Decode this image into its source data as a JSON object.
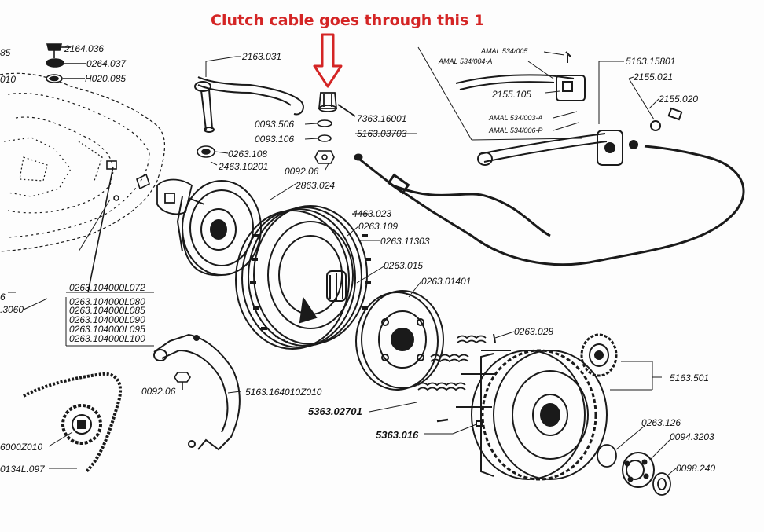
{
  "annotation": {
    "text": "Clutch cable goes through this 1",
    "color": "#d42525"
  },
  "labels": {
    "p2164036": "2164.036",
    "p0264037": "0264.037",
    "pH020085": "H020.085",
    "p85": "85",
    "p010": "010",
    "p2163031": "2163.031",
    "p0263108": "0263.108",
    "p246310201": "2463.10201",
    "p7363160001": "7363.16001",
    "p0093506": "0093.506",
    "p0093106": "0093.106",
    "p516303703": "5163.03703",
    "p009206a": "0092.06",
    "p2863024": "2863.024",
    "p4463023": "4463.023",
    "p0263109": "0263.109",
    "p026311303": "0263.11303",
    "p0263015": "0263.015",
    "p026301401": "0263.01401",
    "pAmal005": "AMAL 534/005",
    "pAmal004A": "AMAL 534/004-A",
    "p516315801": "5163.15801",
    "p2155021": "2155.021",
    "p2155105": "2155.105",
    "p2155020": "2155.020",
    "pAmal003A": "AMAL 534/003-A",
    "pAmal006P": "AMAL 534/006-P",
    "p0263028": "0263.028",
    "p5163501": "5163.501",
    "p536302701": "5363.02701",
    "p5363016": "5363.016",
    "p0263126": "0263.126",
    "p00943203": "0094.3203",
    "p0098240": "0098.240",
    "p5163164010Z010": "5163.164010Z010",
    "p009206b": "0092.06",
    "p6": "6",
    "p3060": ".3060",
    "p6000Z010": "6000Z010",
    "p0134L097": "0134L.097",
    "shimList": [
      "0263.104000L072",
      "0263.104000L080",
      "0263.104000L085",
      "0263.104000L090",
      "0263.104000L095",
      "0263.104000L100"
    ]
  }
}
